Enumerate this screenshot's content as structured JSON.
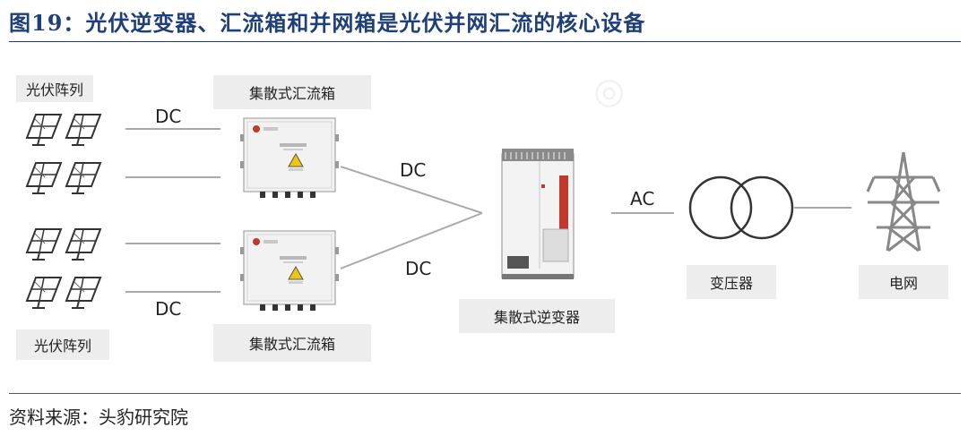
{
  "header": {
    "title": "图19：光伏逆变器、汇流箱和并网箱是光伏并网汇流的核心设备"
  },
  "diagram": {
    "pv_array_top": "光伏阵列",
    "pv_array_bottom": "光伏阵列",
    "combiner_top": "集散式汇流箱",
    "combiner_bottom": "集散式汇流箱",
    "inverter": "集散式逆变器",
    "transformer": "变压器",
    "grid": "电网",
    "dc_top": "DC",
    "dc_bottom": "DC",
    "dc_mid_top": "DC",
    "dc_mid_bottom": "DC",
    "ac": "AC"
  },
  "footer": {
    "source": "资料来源：头豹研究院"
  },
  "icons": {
    "solar_panel": "solar-panel-icon",
    "combiner_box": "combiner-box-icon",
    "inverter": "inverter-icon",
    "transformer": "transformer-icon",
    "grid_tower": "power-tower-icon"
  },
  "colors": {
    "title": "#1f3f7a",
    "label_bg": "#ededed",
    "line": "#999999"
  }
}
